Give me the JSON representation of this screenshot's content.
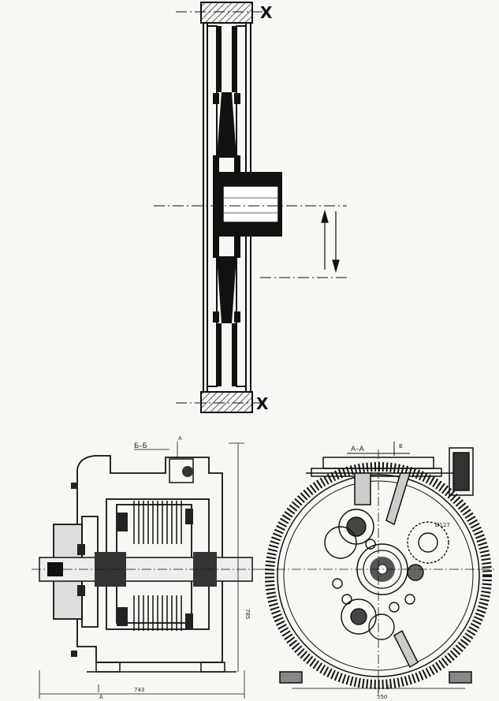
{
  "top_drawing": {
    "x_mark_top": "X",
    "x_mark_bottom": "X"
  },
  "left_view": {
    "section_label": "Б–Б",
    "marker_a_top": "А",
    "marker_a_bottom": "А",
    "dim_width": "743",
    "dim_height": "785"
  },
  "right_view": {
    "section_label": "А–А",
    "marker_b_top": "Б",
    "marker_b_bottom": "Б",
    "dim_width": "550",
    "diameter_label": "Ø127"
  }
}
